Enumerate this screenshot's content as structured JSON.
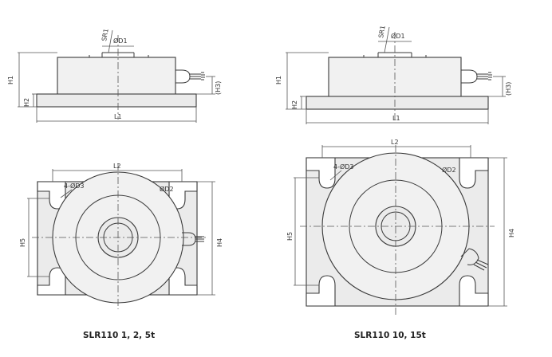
{
  "drawings": [
    {
      "caption": "SLR110 1, 2, 5t",
      "side_view": {
        "labels": {
          "sr": "SR1",
          "d1": "ØD1",
          "h1": "H1",
          "h2": "H2",
          "h3": "(H3)",
          "l1": "L1"
        }
      },
      "top_view": {
        "labels": {
          "l2": "L2",
          "holes": "4-ØD3",
          "d2": "ØD2",
          "h5": "H5",
          "h4": "H4"
        }
      }
    },
    {
      "caption": "SLR110 10, 15t",
      "side_view": {
        "labels": {
          "sr": "SR1",
          "d1": "ØD1",
          "h1": "H1",
          "h2": "H2",
          "h3": "(H3)",
          "l1": "L1"
        }
      },
      "top_view": {
        "labels": {
          "l2": "L2",
          "holes": "4-ØD3",
          "d2": "ØD2",
          "h5": "H5",
          "h4": "H4"
        }
      }
    }
  ]
}
